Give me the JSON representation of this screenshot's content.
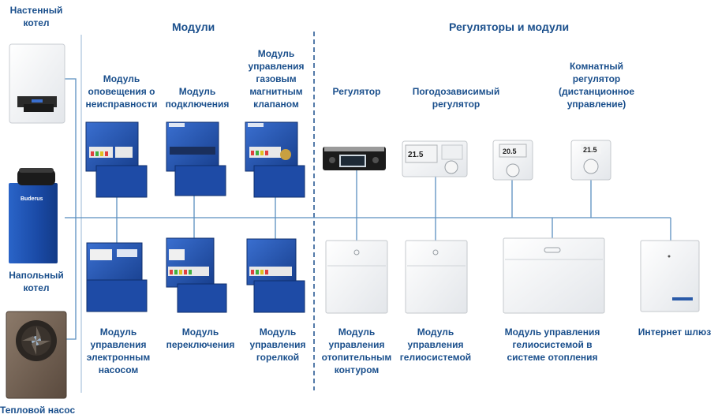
{
  "headers": {
    "modules": "Модули",
    "controllers": "Регуляторы и модули"
  },
  "heat_sources": {
    "wall_boiler": [
      "Настенный",
      "котел"
    ],
    "floor_boiler": [
      "Напольный",
      "котел"
    ],
    "heat_pump": [
      "Тепловой насос"
    ]
  },
  "top_modules": {
    "fault_alarm": [
      "Модуль",
      "оповещения о",
      "неисправности"
    ],
    "connection": [
      "Модуль",
      "подключения"
    ],
    "gas_valve": [
      "Модуль",
      "управления",
      "газовым",
      "магнитным",
      "клапаном"
    ]
  },
  "controllers": {
    "regulator": [
      "Регулятор"
    ],
    "weather": [
      "Погодозависимый",
      "регулятор"
    ],
    "room": [
      "Комнатный",
      "регулятор",
      "(дистанционное",
      "управление)"
    ]
  },
  "bottom_modules": {
    "pump": [
      "Модуль",
      "управления",
      "электронным",
      "насосом"
    ],
    "switching": [
      "Модуль",
      "переключения"
    ],
    "burner": [
      "Модуль",
      "управления",
      "горелкой"
    ],
    "heating_circuit": [
      "Модуль",
      "управления",
      "отопительным",
      "контуром"
    ],
    "solar": [
      "Модуль",
      "управления",
      "гелиосистемой"
    ],
    "solar_heating": [
      "Модуль управления",
      "гелиосистемой в",
      "системе отопления"
    ],
    "gateway": [
      "Интернет шлюз"
    ]
  },
  "display": {
    "weather_temp": "21.5",
    "room_temp_1": "20.5",
    "room_temp_2": "21.5"
  },
  "brand": "Buderus",
  "colors": {
    "label": "#1a4f8c",
    "bus": "#5a8fbf",
    "module_blue": "#1f4fa8"
  }
}
